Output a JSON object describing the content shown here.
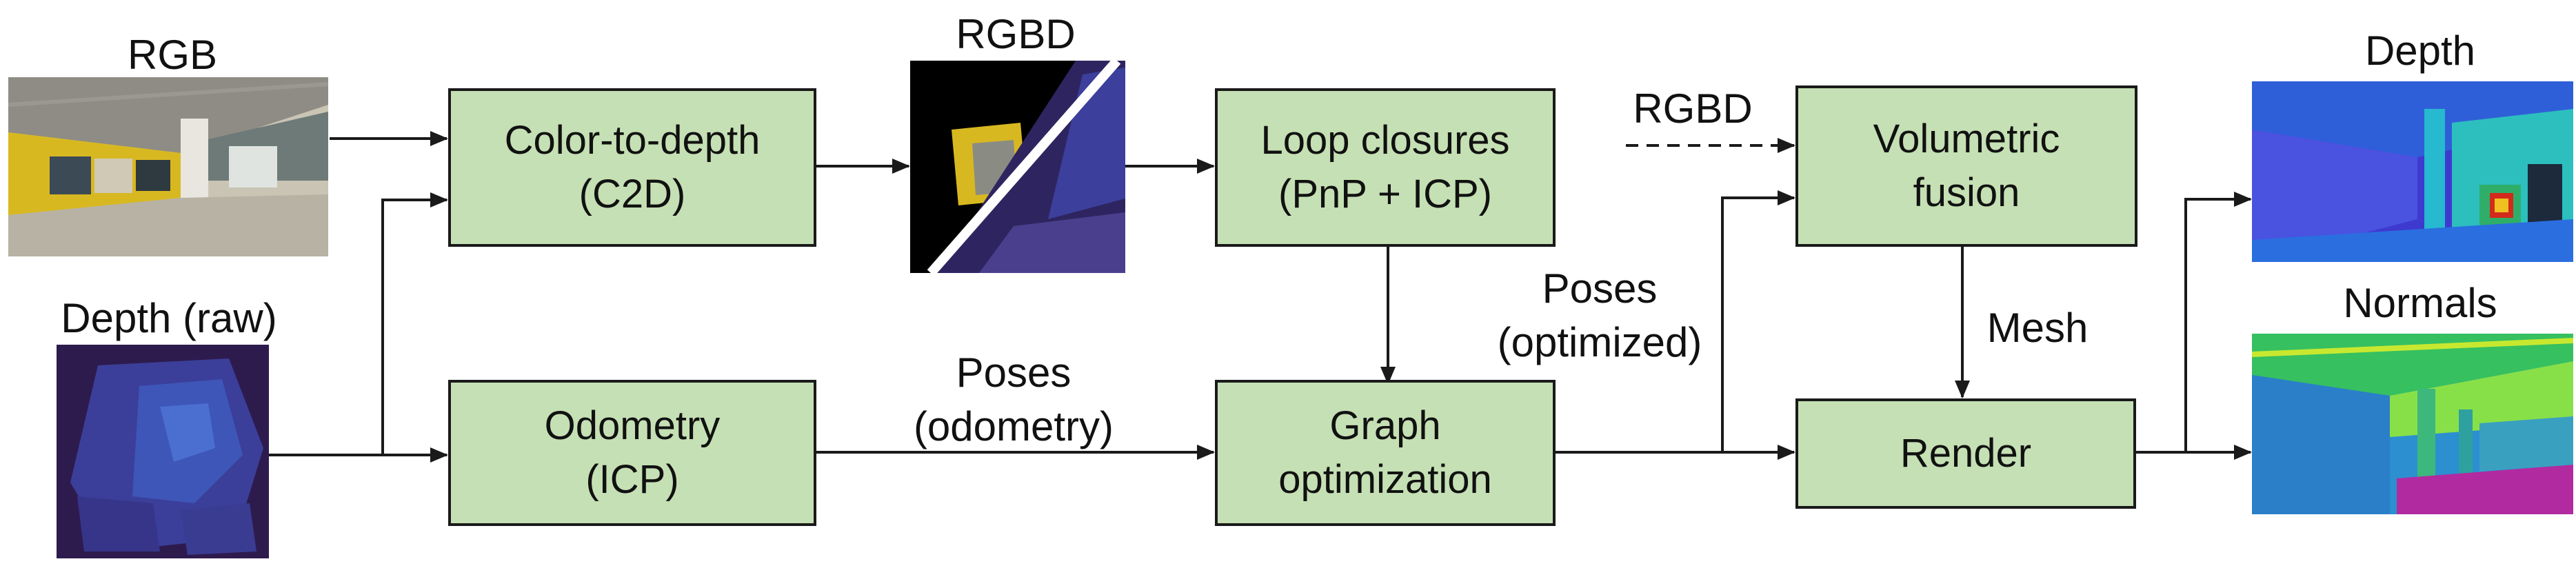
{
  "inputs": {
    "rgb_label": "RGB",
    "depth_label": "Depth (raw)"
  },
  "boxes": {
    "c2d_line1": "Color-to-depth",
    "c2d_line2": "(C2D)",
    "odometry_line1": "Odometry",
    "odometry_line2": "(ICP)",
    "loop_line1": "Loop closures",
    "loop_line2": "(PnP + ICP)",
    "graph_line1": "Graph",
    "graph_line2": "optimization",
    "fusion_line1": "Volumetric",
    "fusion_line2": "fusion",
    "render_line1": "Render"
  },
  "annotations": {
    "rgbd_image_label": "RGBD",
    "rgbd_dashed_label": "RGBD",
    "poses_odometry_line1": "Poses",
    "poses_odometry_line2": "(odometry)",
    "poses_optimized_line1": "Poses",
    "poses_optimized_line2": "(optimized)",
    "mesh_label": "Mesh"
  },
  "outputs": {
    "depth_label": "Depth",
    "normals_label": "Normals"
  },
  "colors": {
    "box_fill": "#c5e0b4",
    "box_border": "#1a1a1a",
    "arrow": "#1a1a1a"
  }
}
